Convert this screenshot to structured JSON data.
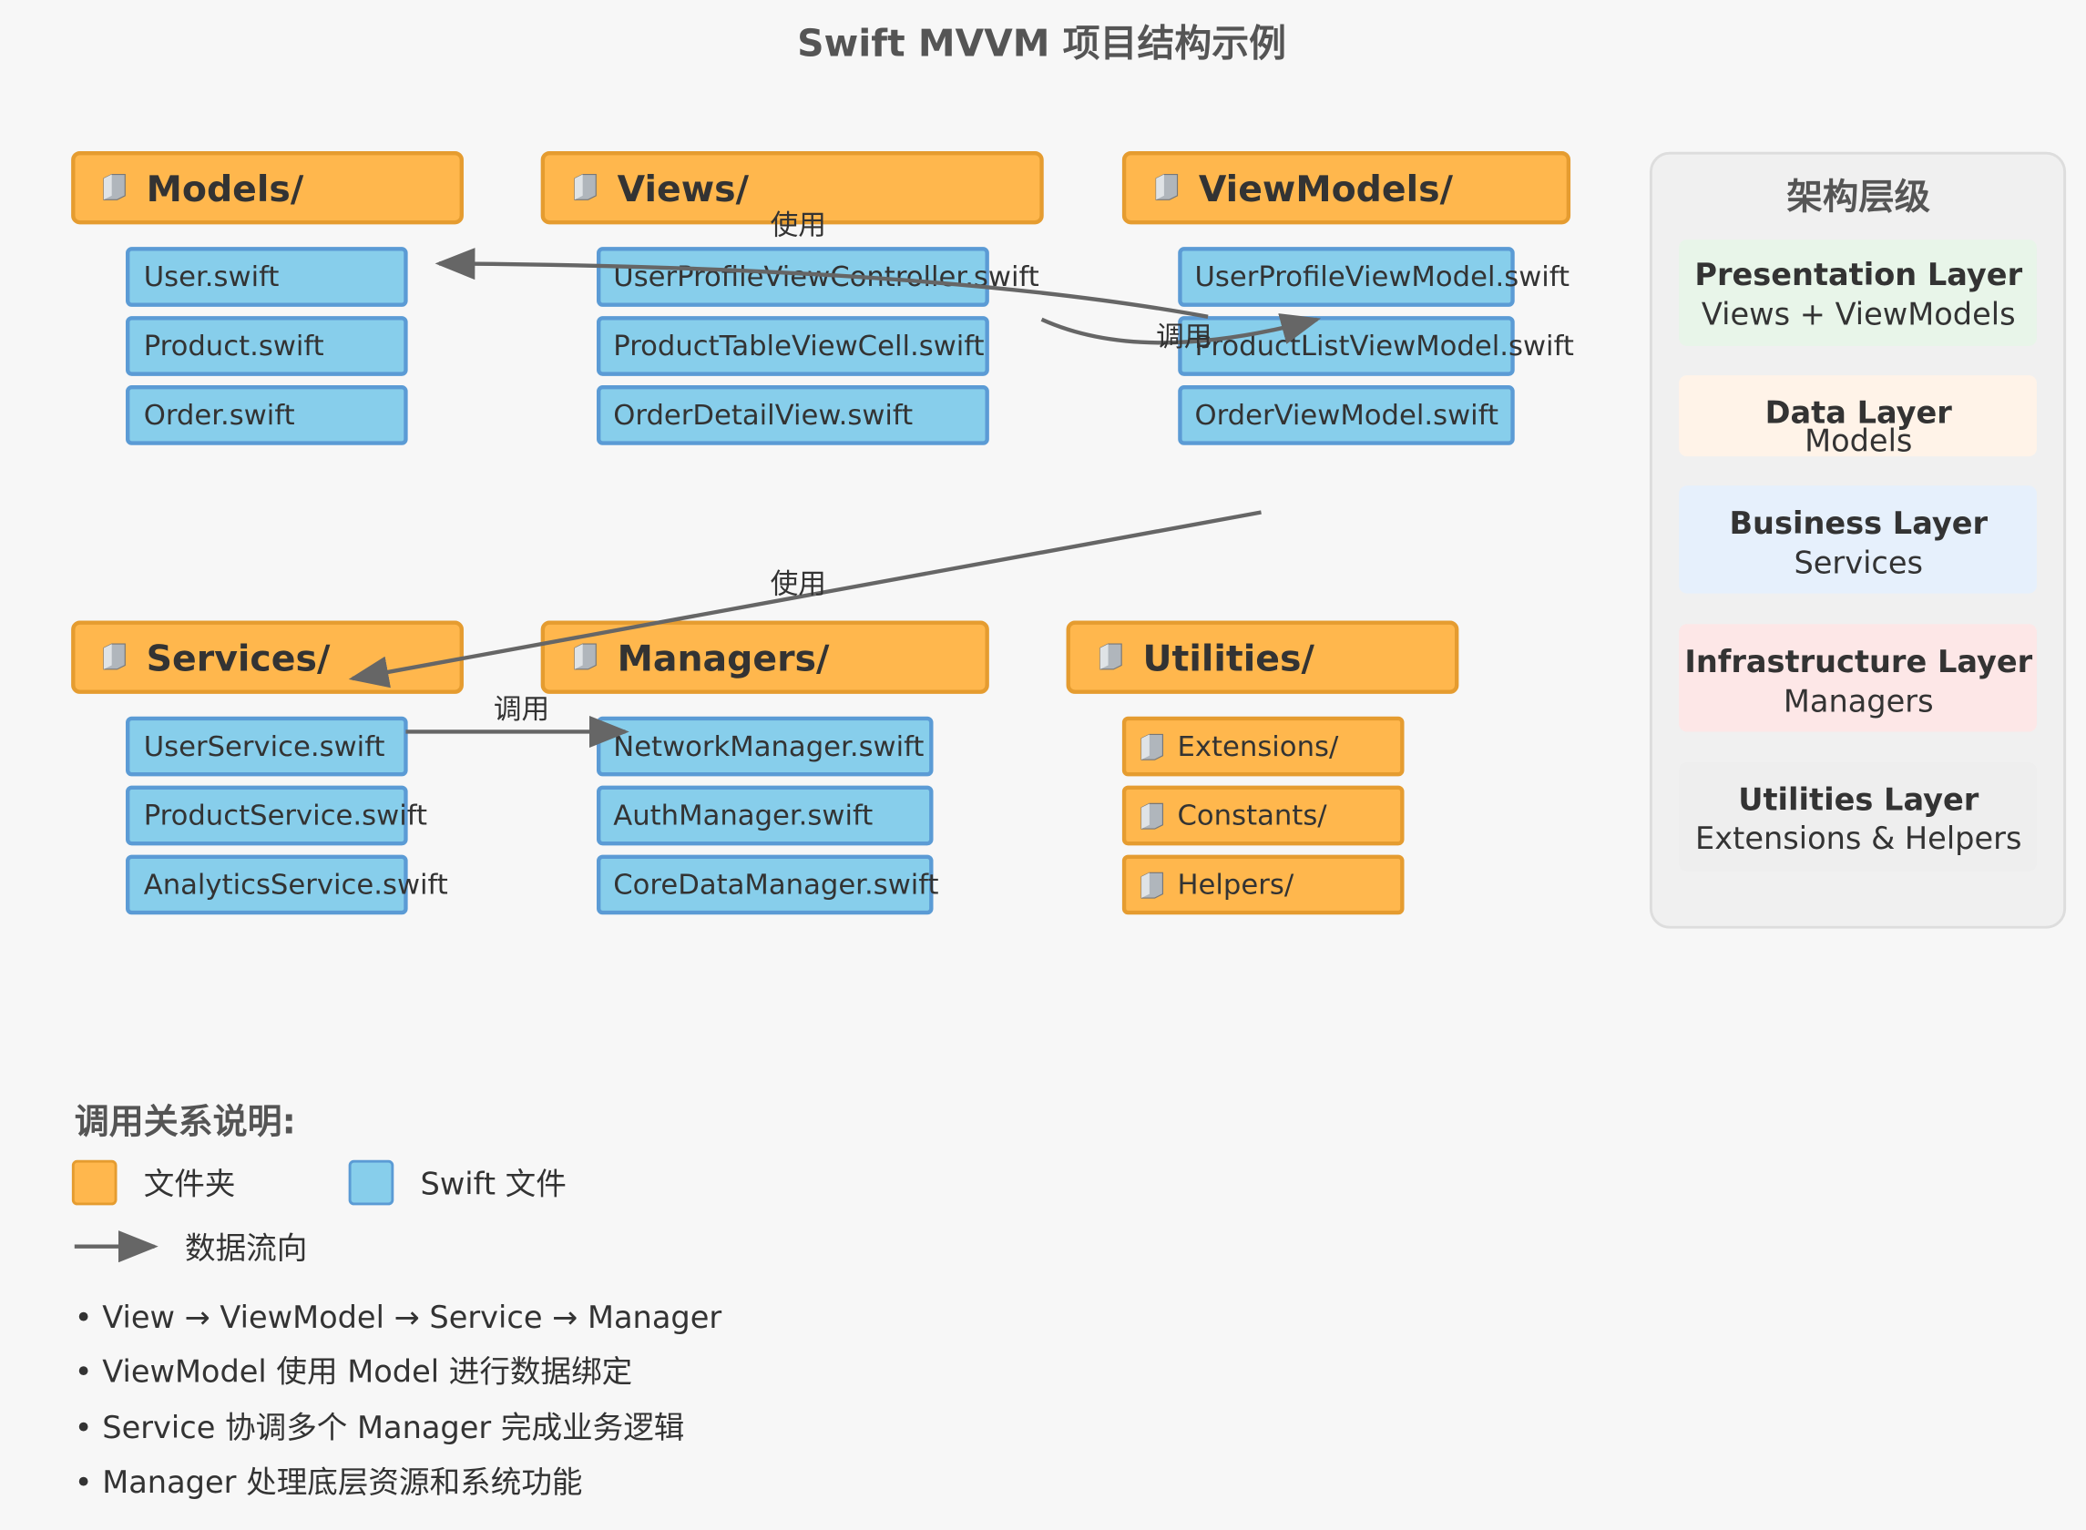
{
  "title": "Swift MVVM 项目结构示例",
  "folders": {
    "models": {
      "name": "Models/",
      "files": [
        "User.swift",
        "Product.swift",
        "Order.swift"
      ]
    },
    "views": {
      "name": "Views/",
      "files": [
        "UserProfileViewController.swift",
        "ProductTableViewCell.swift",
        "OrderDetailView.swift"
      ]
    },
    "viewmodels": {
      "name": "ViewModels/",
      "files": [
        "UserProfileViewModel.swift",
        "ProductListViewModel.swift",
        "OrderViewModel.swift"
      ]
    },
    "services": {
      "name": "Services/",
      "files": [
        "UserService.swift",
        "ProductService.swift",
        "AnalyticsService.swift"
      ]
    },
    "managers": {
      "name": "Managers/",
      "files": [
        "NetworkManager.swift",
        "AuthManager.swift",
        "CoreDataManager.swift"
      ]
    },
    "utilities": {
      "name": "Utilities/",
      "subfolders": [
        "Extensions/",
        "Constants/",
        "Helpers/"
      ]
    }
  },
  "arrows": {
    "use1": "使用",
    "call1": "调用",
    "use2": "使用",
    "call2": "调用"
  },
  "panel": {
    "title": "架构层级",
    "layers": [
      {
        "name": "Presentation Layer",
        "desc": "Views + ViewModels",
        "color": "#e8f5e9"
      },
      {
        "name": "Data Layer",
        "desc": "Models",
        "color": "#fff3e8"
      },
      {
        "name": "Business Layer",
        "desc": "Services",
        "color": "#e6f0fc"
      },
      {
        "name": "Infrastructure Layer",
        "desc": "Managers",
        "color": "#fde7e7"
      },
      {
        "name": "Utilities Layer",
        "desc": "Extensions & Helpers",
        "color": "#eeeeee"
      }
    ]
  },
  "legend": {
    "title": "调用关系说明:",
    "folder": "文件夹",
    "file": "Swift 文件",
    "flow": "数据流向",
    "notes": [
      "• View → ViewModel → Service → Manager",
      "• ViewModel 使用 Model 进行数据绑定",
      "• Service 协调多个 Manager 完成业务逻辑",
      "• Manager 处理底层资源和系统功能"
    ]
  },
  "colors": {
    "folder": "#ffb74d",
    "file": "#87ceeb",
    "arrow": "#666666"
  }
}
